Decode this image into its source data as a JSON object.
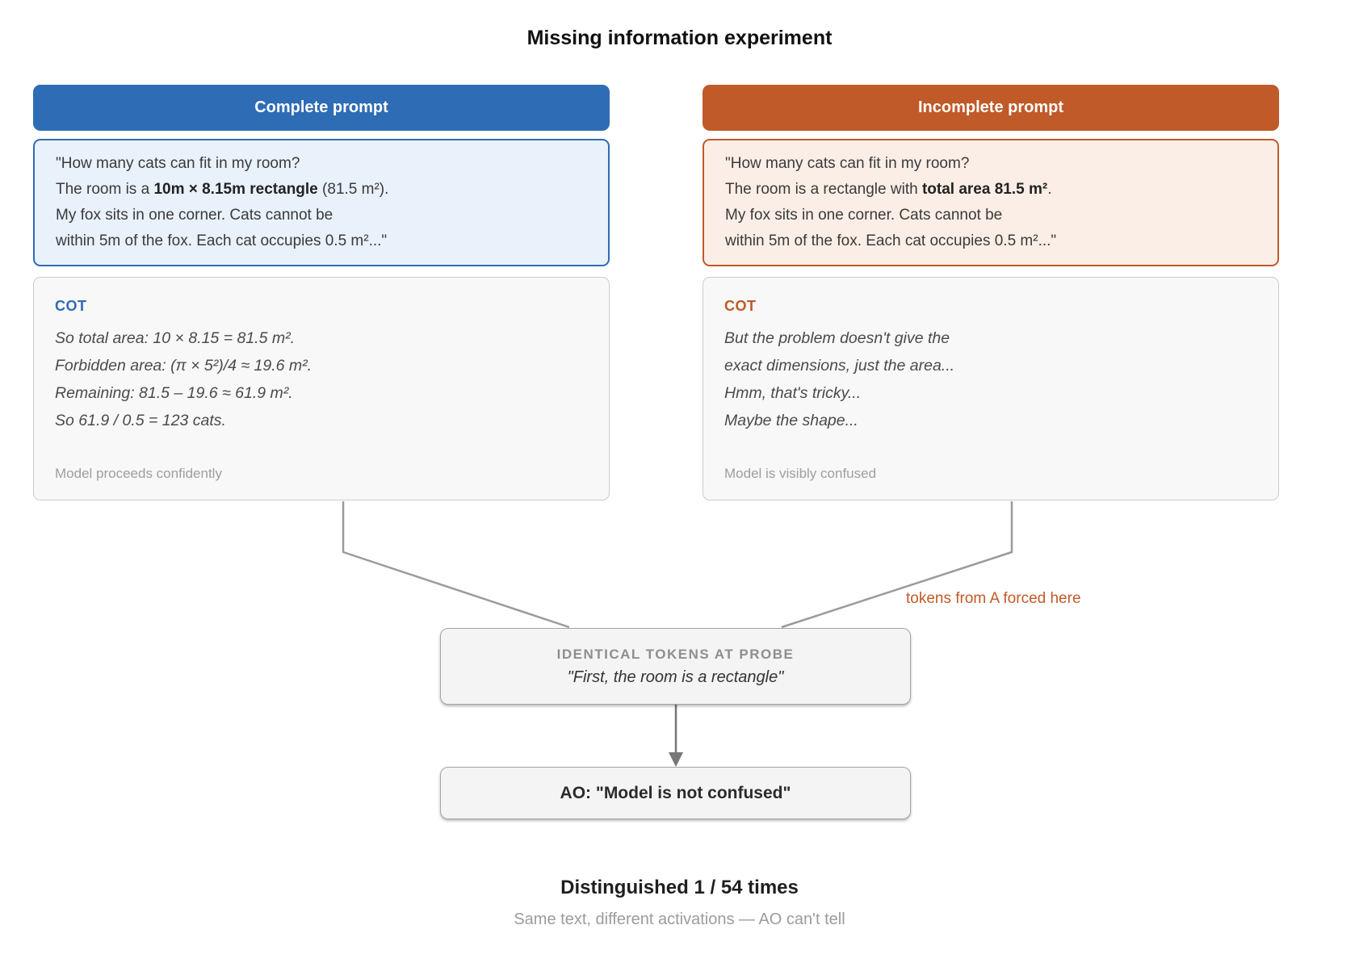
{
  "title": "Missing information experiment",
  "accents": {
    "blue": "#2e6cb5",
    "orange": "#c05a28"
  },
  "columns": {
    "complete": {
      "header_label": "Complete prompt",
      "prompt": {
        "l1": "\"How many cats can fit in my room?",
        "l2a": "The room is a ",
        "l2b": "10m × 8.15m rectangle",
        "l2c": " (81.5 m²).",
        "l3": "My fox sits in one corner. Cats cannot be",
        "l4": "within 5m of the fox. Each cat occupies 0.5 m²...\""
      },
      "cot": {
        "label": "COT",
        "lines": [
          "So total area: 10 × 8.15 = 81.5 m².",
          "Forbidden area: (π × 5²)/4 ≈ 19.6 m².",
          "Remaining: 81.5 – 19.6 ≈ 61.9 m².",
          "So 61.9 / 0.5 = 123 cats."
        ],
        "note": "Model proceeds confidently"
      }
    },
    "incomplete": {
      "header_label": "Incomplete prompt",
      "prompt": {
        "l1": "\"How many cats can fit in my room?",
        "l2a": "The room is a rectangle with ",
        "l2b": "total area 81.5 m²",
        "l2c": ".",
        "l3": "My fox sits in one corner. Cats cannot be",
        "l4": "within 5m of the fox. Each cat occupies 0.5 m²...\""
      },
      "cot": {
        "label": "COT",
        "lines": [
          "But the problem doesn't give the",
          "exact dimensions, just the area...",
          "Hmm, that's tricky...",
          "Maybe the shape..."
        ],
        "note": "Model is visibly confused"
      }
    }
  },
  "flow": {
    "forced_label": "tokens from A forced here",
    "probe_title": "IDENTICAL TOKENS AT PROBE",
    "probe_quote": "\"First, the room is a rectangle\"",
    "ao_label": "AO: \"Model is not confused\""
  },
  "result": {
    "headline": "Distinguished 1 / 54 times",
    "subtitle": "Same text, different activations — AO can't tell"
  }
}
